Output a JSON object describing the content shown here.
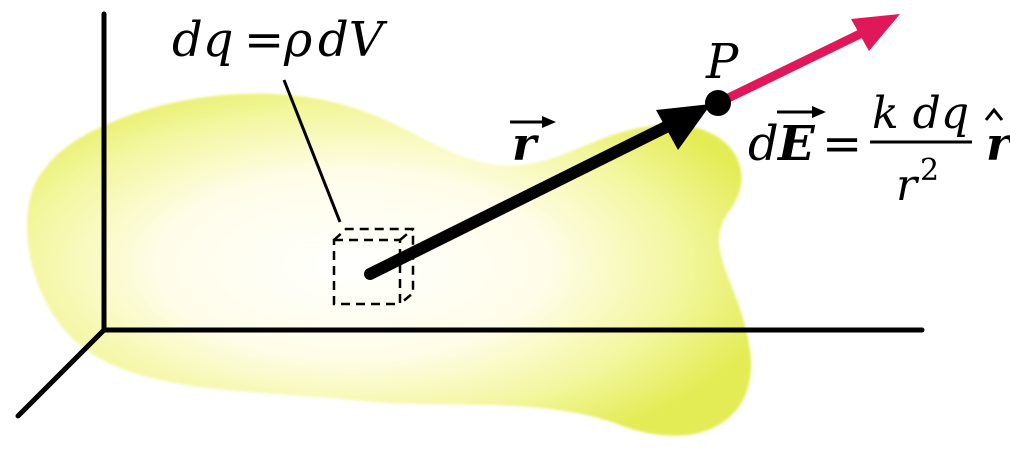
{
  "diagram": {
    "charge_element_label": {
      "lhs": "dq",
      "equals": "=",
      "rho": "ρ",
      "dV": "dV"
    },
    "point_label": "P",
    "r_vector_label": "r",
    "field_equation": {
      "dE_prefix": "d",
      "E": "E",
      "equals": "=",
      "numerator": "k dq",
      "den_r": "r",
      "den_exp": "2",
      "r_hat": "r"
    },
    "colors": {
      "charge_fill_outer": "#e6ef5a",
      "charge_fill_inner": "#fffef0",
      "r_vector": "#000000",
      "field_vector": "#e0185a",
      "axes": "#000000"
    }
  }
}
